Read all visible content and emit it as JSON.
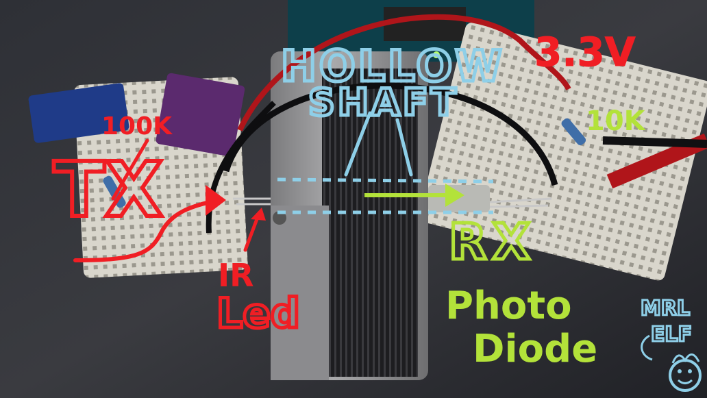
{
  "annotations": {
    "voltage": "3.3V",
    "resistor_tx": "100K",
    "resistor_rx": "10K",
    "tx": "TX",
    "rx": "RX",
    "shaft_line1": "HOLLOW",
    "shaft_line2": "SHAFT",
    "led_line1": "IR",
    "led_line2": "Led",
    "diode_line1": "Photo",
    "diode_line2": "Diode",
    "signature_line1": "MRL",
    "signature_line2": "ELF"
  },
  "colors": {
    "red": "#f01e24",
    "blue": "#8ecfe8",
    "green": "#b3e23a",
    "dark": "#1c1d22"
  }
}
